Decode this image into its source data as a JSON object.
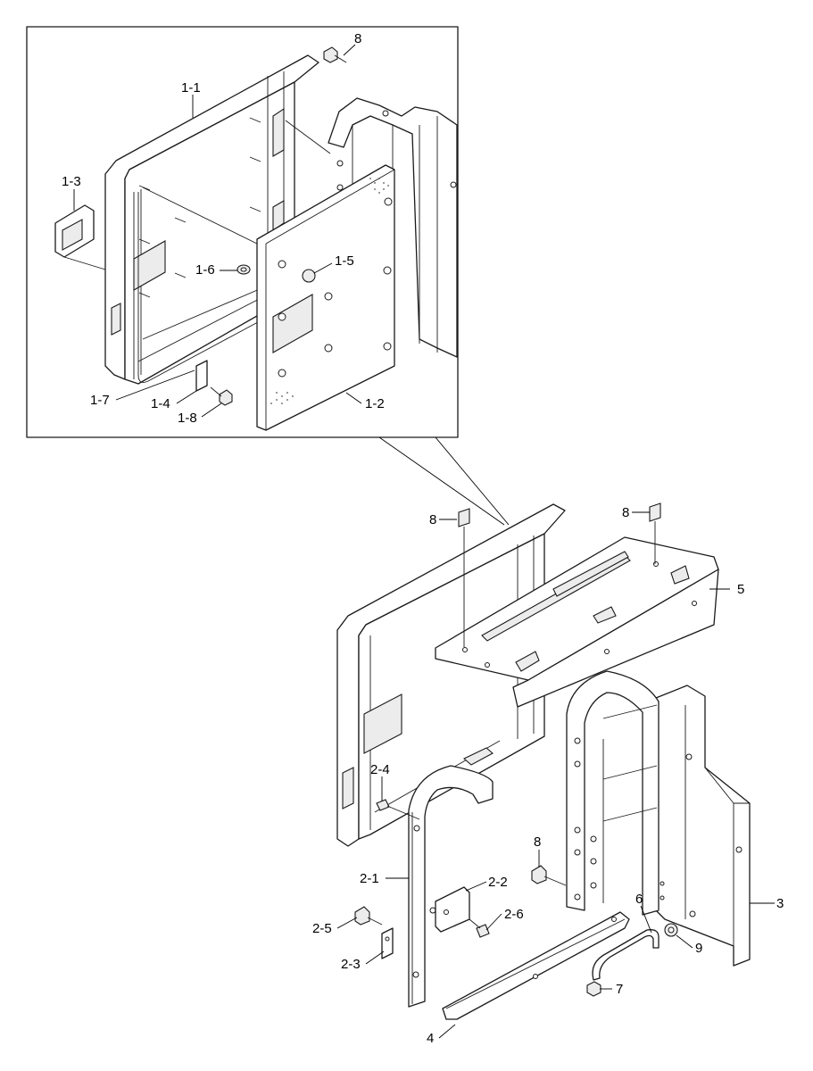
{
  "callouts": [
    {
      "id": "c-1-1",
      "text": "1-1"
    },
    {
      "id": "c-8a",
      "text": "8"
    },
    {
      "id": "c-1-3",
      "text": "1-3"
    },
    {
      "id": "c-1-6",
      "text": "1-6"
    },
    {
      "id": "c-1-5",
      "text": "1-5"
    },
    {
      "id": "c-1-7",
      "text": "1-7"
    },
    {
      "id": "c-1-4",
      "text": "1-4"
    },
    {
      "id": "c-1-8",
      "text": "1-8"
    },
    {
      "id": "c-1-2",
      "text": "1-2"
    },
    {
      "id": "c-8b",
      "text": "8"
    },
    {
      "id": "c-8c",
      "text": "8"
    },
    {
      "id": "c-5",
      "text": "5"
    },
    {
      "id": "c-2-4",
      "text": "2-4"
    },
    {
      "id": "c-8d",
      "text": "8"
    },
    {
      "id": "c-2-1",
      "text": "2-1"
    },
    {
      "id": "c-2-2",
      "text": "2-2"
    },
    {
      "id": "c-6",
      "text": "6"
    },
    {
      "id": "c-3",
      "text": "3"
    },
    {
      "id": "c-2-6",
      "text": "2-6"
    },
    {
      "id": "c-2-5",
      "text": "2-5"
    },
    {
      "id": "c-9",
      "text": "9"
    },
    {
      "id": "c-2-3",
      "text": "2-3"
    },
    {
      "id": "c-7",
      "text": "7"
    },
    {
      "id": "c-4",
      "text": "4"
    }
  ]
}
